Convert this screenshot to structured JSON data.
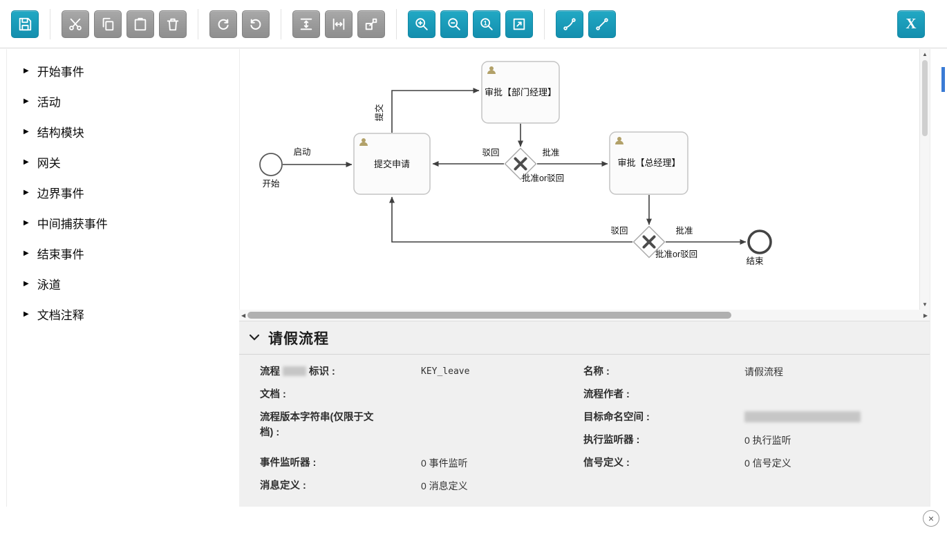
{
  "colors": {
    "accent": "#1a9fbc",
    "disabled": "#9a9a9a",
    "page_scroll_thumb": "#3a7bd5"
  },
  "icons": {
    "zoom_actual_label": "1",
    "scroll_up": "▲",
    "scroll_down": "▼",
    "scroll_left": "◀",
    "scroll_right": "▶",
    "close": "×",
    "palette_arrow": "▶"
  },
  "toolbar": {
    "close_label": "X",
    "buttons": [
      {
        "name": "save",
        "enabled": true
      },
      {
        "name": "cut",
        "enabled": false
      },
      {
        "name": "copy",
        "enabled": false
      },
      {
        "name": "paste",
        "enabled": false
      },
      {
        "name": "delete",
        "enabled": false
      },
      {
        "name": "redo",
        "enabled": false
      },
      {
        "name": "undo",
        "enabled": false
      },
      {
        "name": "align-vertical",
        "enabled": false
      },
      {
        "name": "align-horizontal",
        "enabled": false
      },
      {
        "name": "same-size",
        "enabled": false
      },
      {
        "name": "zoom-in",
        "enabled": true
      },
      {
        "name": "zoom-out",
        "enabled": true
      },
      {
        "name": "zoom-actual",
        "enabled": true
      },
      {
        "name": "zoom-fit",
        "enabled": true
      },
      {
        "name": "add-bendpoint",
        "enabled": true
      },
      {
        "name": "remove-bendpoint",
        "enabled": true
      }
    ]
  },
  "sidebar": {
    "items": [
      {
        "label": "开始事件"
      },
      {
        "label": "活动"
      },
      {
        "label": "结构模块"
      },
      {
        "label": "网关"
      },
      {
        "label": "边界事件"
      },
      {
        "label": "中间捕获事件"
      },
      {
        "label": "结束事件"
      },
      {
        "label": "泳道"
      },
      {
        "label": "文档注释"
      }
    ]
  },
  "diagram": {
    "start_event": {
      "label": "开始"
    },
    "end_event": {
      "label": "结束"
    },
    "tasks": [
      {
        "label": "提交申请"
      },
      {
        "label": "审批【部门经理】"
      },
      {
        "label": "审批【总经理】"
      }
    ],
    "gateways": [
      {
        "label": "批准or驳回"
      },
      {
        "label": "批准or驳回"
      }
    ],
    "flows": [
      {
        "label": "启动"
      },
      {
        "label": "提交"
      },
      {
        "label": "驳回"
      },
      {
        "label": "批准"
      },
      {
        "label": "驳回"
      },
      {
        "label": "批准"
      }
    ]
  },
  "properties": {
    "title": "请假流程",
    "left": [
      {
        "label_prefix": "流程",
        "label_suffix": "标识 :",
        "value": "KEY_leave",
        "redacted_label": true
      },
      {
        "label": "文档 :",
        "value": ""
      },
      {
        "label_line1": "流程版本字符串(仅限于文",
        "label_line2": "档) :",
        "value": ""
      },
      {
        "label": "事件监听器 :",
        "value": "0 事件监听"
      },
      {
        "label": "消息定义 :",
        "value": "0 消息定义"
      }
    ],
    "right": [
      {
        "label": "名称 :",
        "value": "请假流程"
      },
      {
        "label": "流程作者 :",
        "value": ""
      },
      {
        "label": "目标命名空间 :",
        "value": "",
        "redacted_value": true
      },
      {
        "label": "执行监听器 :",
        "value": "0 执行监听"
      },
      {
        "label": "信号定义 :",
        "value": "0 信号定义"
      }
    ]
  }
}
